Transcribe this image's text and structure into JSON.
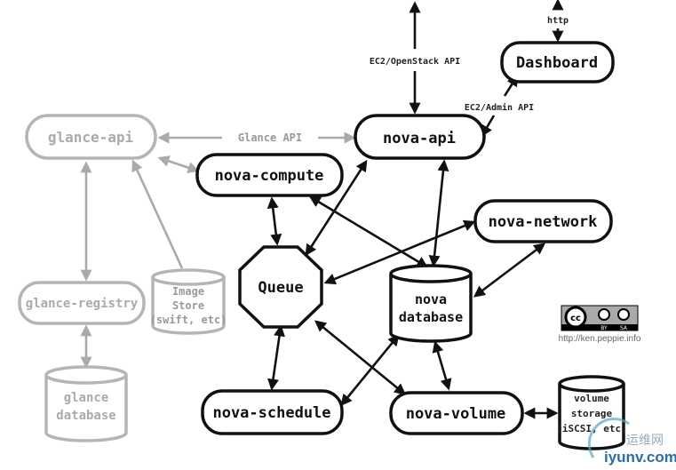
{
  "nodes": {
    "glance_api": "glance-api",
    "nova_api": "nova-api",
    "dashboard": "Dashboard",
    "nova_compute": "nova-compute",
    "nova_network": "nova-network",
    "queue": "Queue",
    "nova_database": [
      "nova",
      "database"
    ],
    "glance_registry": "glance-registry",
    "image_store": [
      "Image",
      "Store",
      "(swift, etc)"
    ],
    "glance_database": [
      "glance",
      "database"
    ],
    "nova_schedule": "nova-schedule",
    "nova_volume": "nova-volume",
    "volume_storage": [
      "volume",
      "storage",
      "(iSCSI, etc)"
    ]
  },
  "edge_labels": {
    "glance_api": "Glance API",
    "ec2_openstack_api": "EC2/OpenStack API",
    "ec2_admin_api": "EC2/Admin API",
    "http": "http"
  },
  "colors": {
    "core": "#111111",
    "glance": "#aaaaaa"
  },
  "license": {
    "badge": [
      "cc",
      "BY",
      "SA"
    ],
    "credit": "http://ken.peppie.info"
  },
  "watermark": {
    "cn": "运维网",
    "domain": "iyunv.com"
  }
}
